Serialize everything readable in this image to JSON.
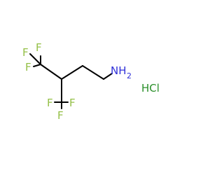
{
  "molecule": {
    "atoms": {
      "f1": "F",
      "f2": "F",
      "f3": "F",
      "f4": "F",
      "f5": "F",
      "f6": "F",
      "amine": "NH",
      "amine_sub": "2",
      "salt": "HCl"
    },
    "colors": {
      "bond": "#000000",
      "fluorine": "#94c047",
      "nitrogen": "#2f30d8",
      "chloride_salt": "#2a8f2a"
    }
  }
}
